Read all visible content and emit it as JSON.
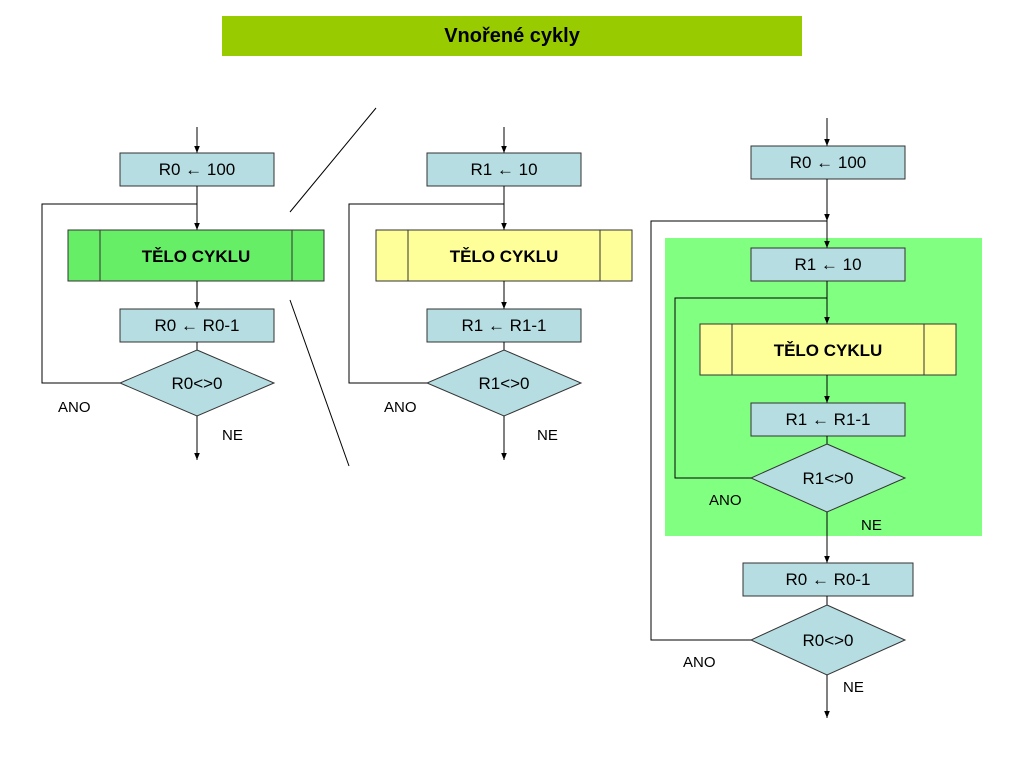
{
  "title": "Vnořené cykly",
  "colors": {
    "title_bar": "#99cc00",
    "process_box": "#b6dde2",
    "body_green": "#66ee66",
    "body_yellow": "#ffff99",
    "inner_region": "#80ff80"
  },
  "flow_left": {
    "init": "R0 ← 100",
    "body": "TĚLO CYKLU",
    "decrement": "R0 ← R0-1",
    "condition": "R0<>0",
    "yes": "ANO",
    "no": "NE"
  },
  "flow_middle": {
    "init": "R1 ← 10",
    "body": "TĚLO CYKLU",
    "decrement": "R1 ← R1-1",
    "condition": "R1<>0",
    "yes": "ANO",
    "no": "NE"
  },
  "flow_right": {
    "outer_init": "R0 ← 100",
    "inner_init": "R1 ← 10",
    "body": "TĚLO CYKLU",
    "inner_decrement": "R1 ← R1-1",
    "inner_condition": "R1<>0",
    "inner_yes": "ANO",
    "inner_no": "NE",
    "outer_decrement": "R0 ← R0-1",
    "outer_condition": "R0<>0",
    "outer_yes": "ANO",
    "outer_no": "NE"
  }
}
